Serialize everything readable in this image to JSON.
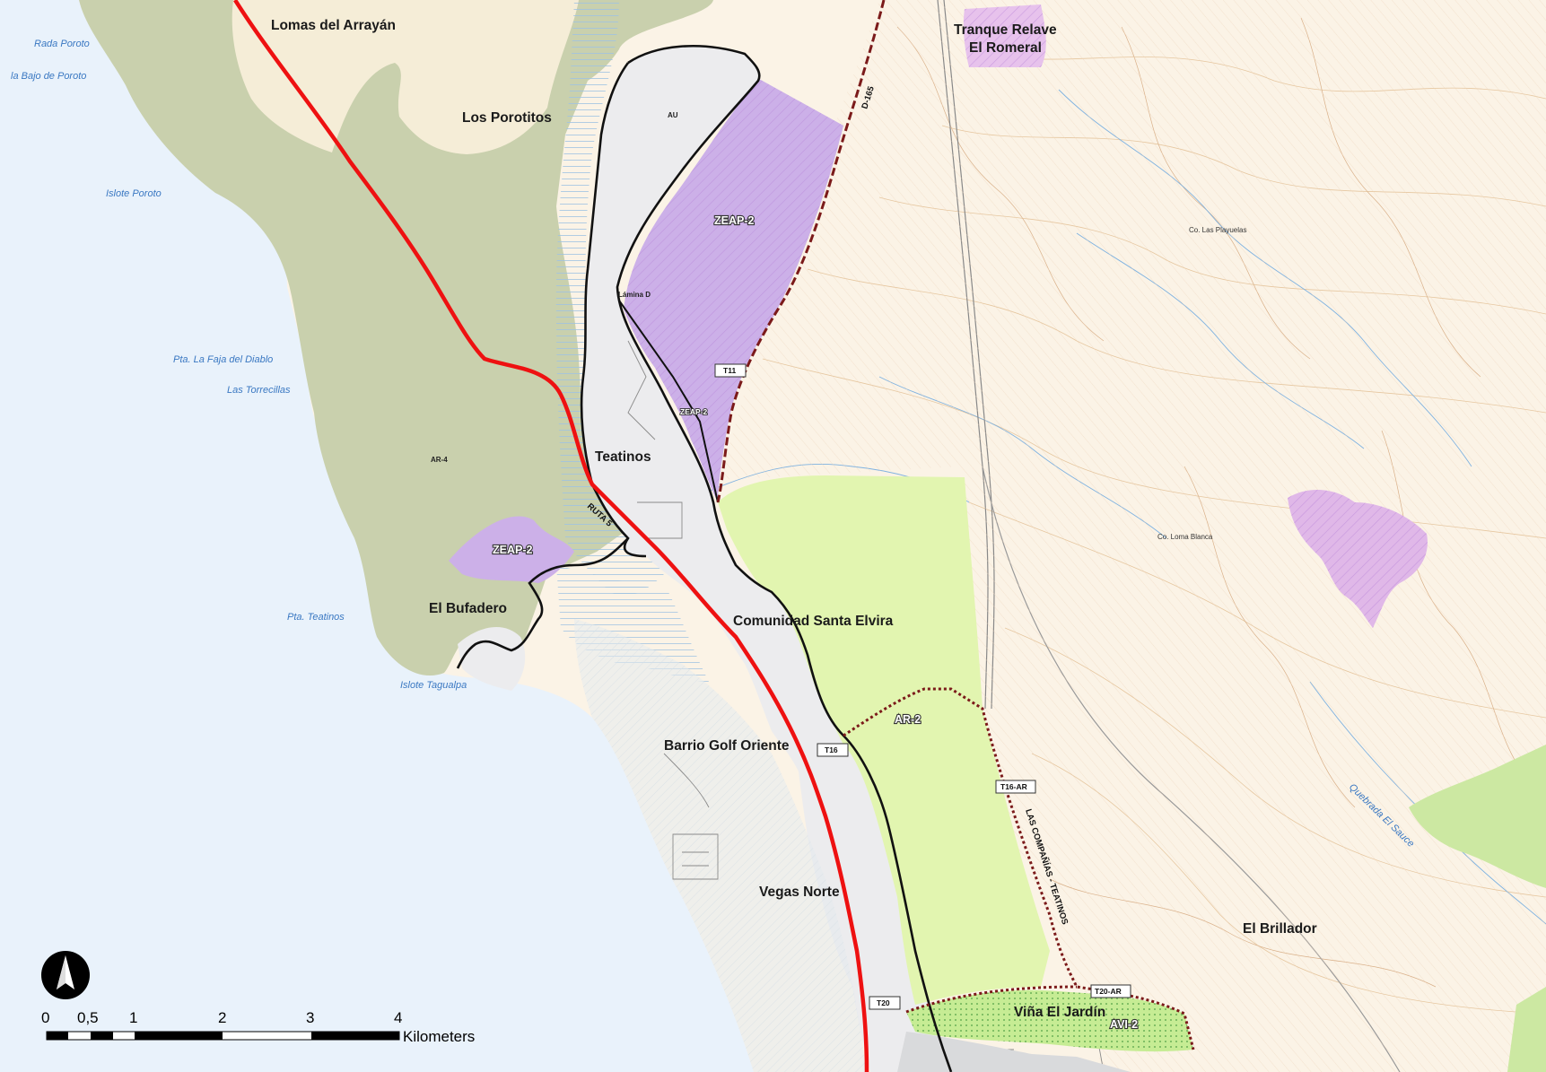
{
  "map": {
    "places": {
      "lomas_arrayan": "Lomas del Arrayán",
      "porotitos": "Los Porotitos",
      "tranque_line1": "Tranque Relave",
      "tranque_line2": "El Romeral",
      "teatinos": "Teatinos",
      "bufadero": "El Bufadero",
      "santa_elvira": "Comunidad Santa Elvira",
      "barrio_golf": "Barrio Golf Oriente",
      "vegas_norte": "Vegas Norte",
      "brillador": "El Brillador",
      "vina_jardin": "Viña El Jardín"
    },
    "coastal_labels": {
      "rada_poroto": "Rada Poroto",
      "bajo_poroto": "la Bajo de Poroto",
      "islote_poroto": "Islote Poroto",
      "faja_diablo": "Pta. La Faja del Diablo",
      "torrecillas": "Las Torrecillas",
      "pta_teatinos": "Pta. Teatinos",
      "islote_tagualpa": "Islote Tagualpa",
      "quebrada_sauce": "Quebrada El Sauce"
    },
    "zones": {
      "zeap2_north": "ZEAP-2",
      "zeap2_mid": "ZEAP-2",
      "zeap2_west": "ZEAP-2",
      "ar2": "AR-2",
      "avi2": "AVI-2",
      "ar4": "AR-4",
      "au": "AU",
      "lamina": "Lámina D"
    },
    "roads": {
      "ruta5": "RUTA 5",
      "d165": "D-165",
      "las_companias": "LAS COMPAÑÍAS - TEATINOS"
    },
    "tags": {
      "t11": "T11",
      "t16": "T16",
      "t16ar": "T16-AR",
      "t20": "T20",
      "t20ar": "T20-AR"
    },
    "minor_labels": {
      "co_playuelas": "Co. Las Playuelas",
      "co_loma_blanca": "Co. Loma Blanca"
    },
    "colors": {
      "sea": "#e9f2fb",
      "green_zone": "#c9d0ad",
      "urban": "#ececee",
      "purple_zone": "#ccb0e8",
      "lime_zone": "#e2f5b0",
      "land": "#fbf3e6",
      "highway": "#ee1111",
      "boundary": "#7b1a1a"
    }
  },
  "scale_bar": {
    "labels": [
      "0",
      "0,5",
      "1",
      "2",
      "3",
      "4"
    ],
    "unit": "Kilometers"
  },
  "north_arrow": {
    "icon": "north-arrow-icon"
  }
}
